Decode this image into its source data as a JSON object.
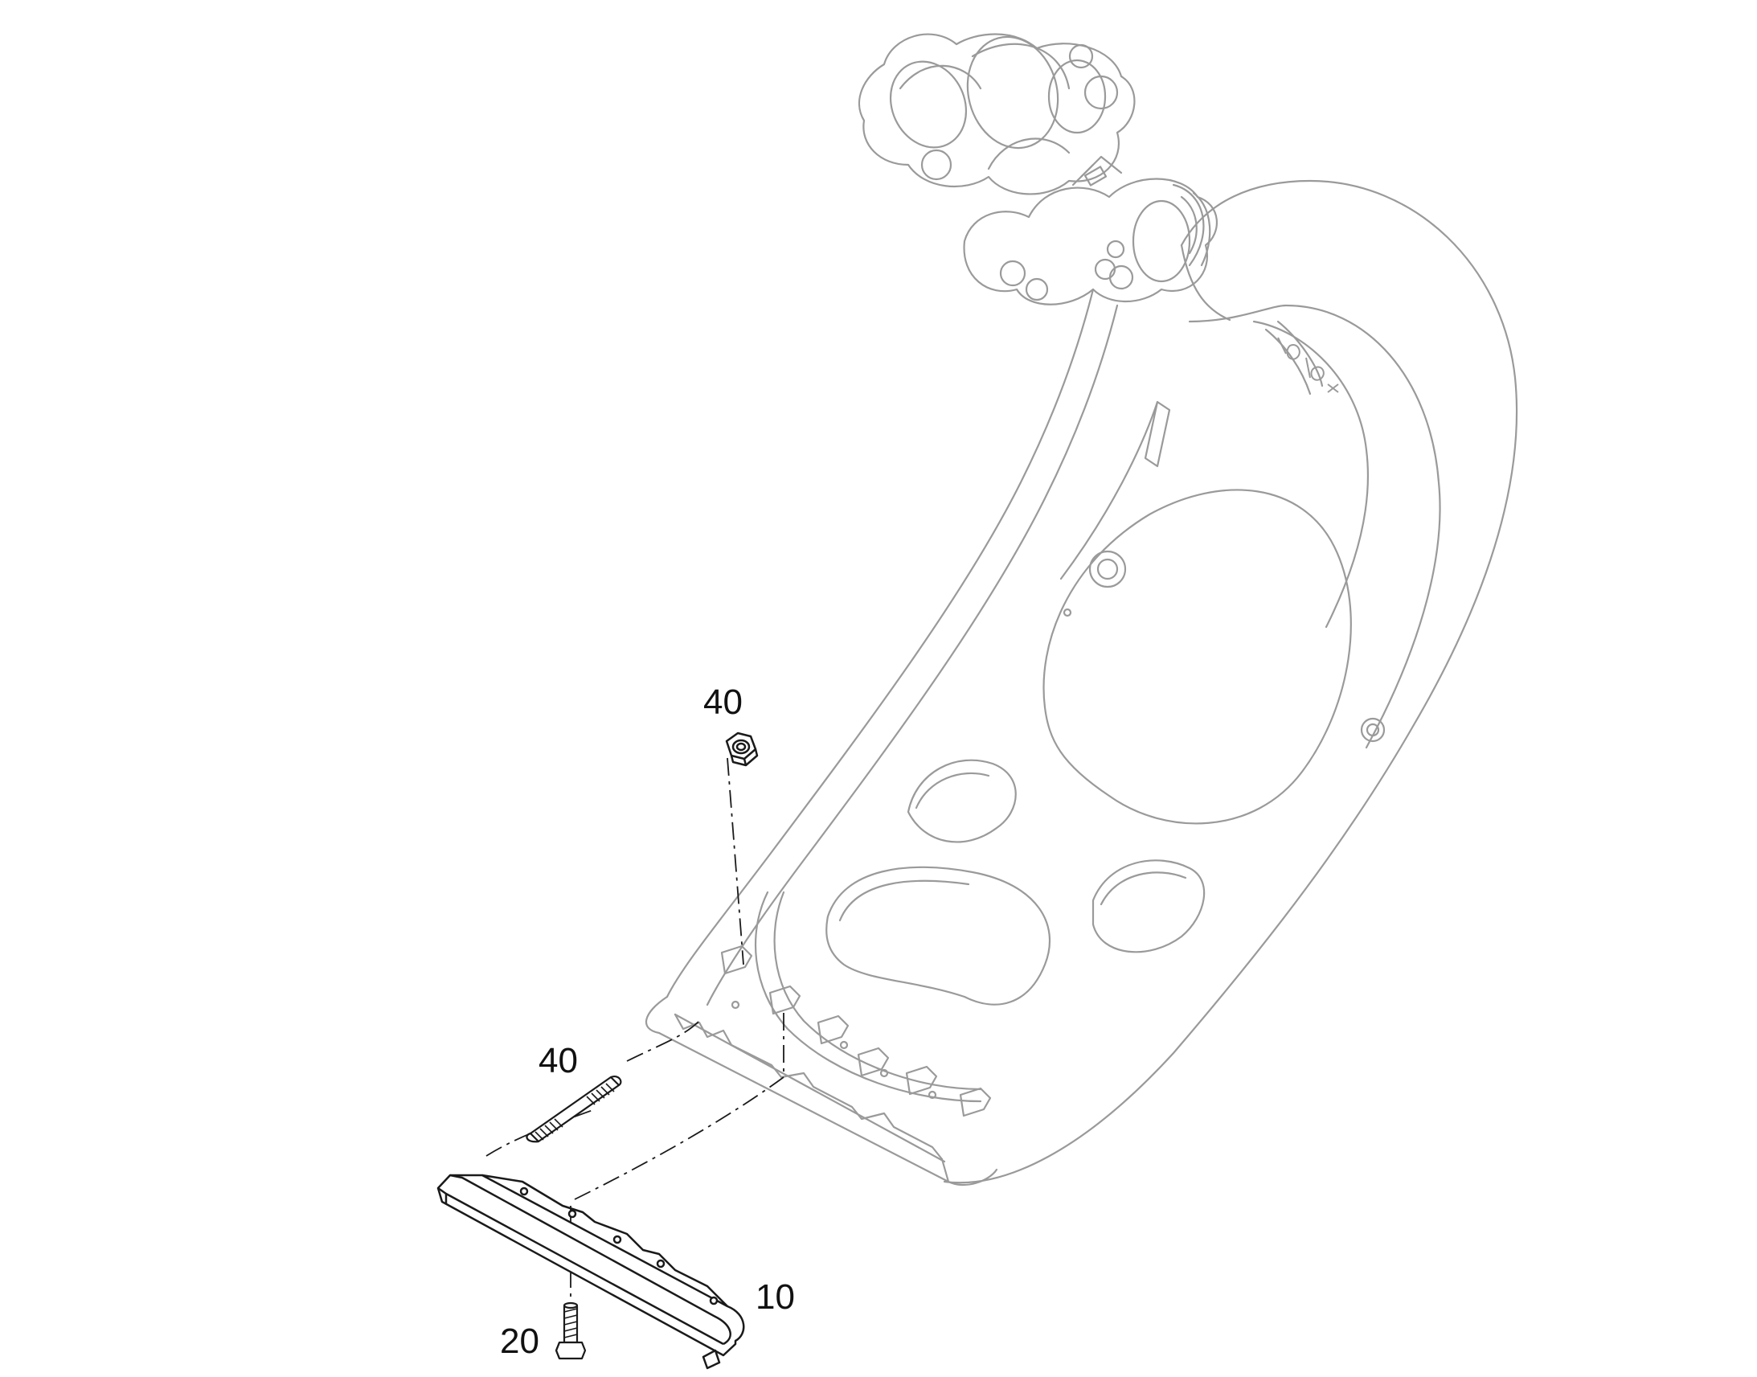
{
  "diagram": {
    "callouts": {
      "nut": "40",
      "stud": "40",
      "bar": "10",
      "bolt": "20"
    },
    "line_colors": {
      "ghost": "#9a9a9a",
      "part": "#1a1a1a"
    }
  }
}
